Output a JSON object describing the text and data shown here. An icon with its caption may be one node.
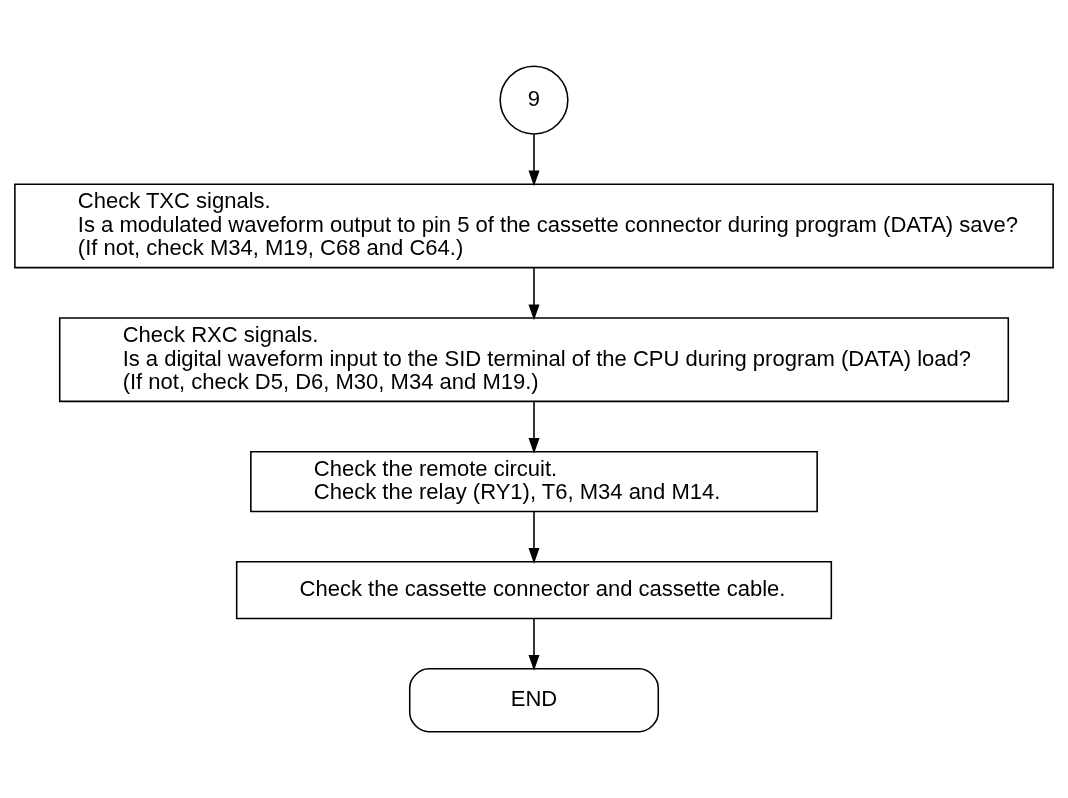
{
  "diagram": {
    "nodes": [
      {
        "text": [
          "9"
        ]
      },
      {
        "text": [
          "Check TXC signals.",
          "Is a modulated waveform output to pin 5 of the cassette connector during program (DATA) save?",
          "(If not, check M34, M19, C68 and C64.)"
        ]
      },
      {
        "text": [
          "Check RXC signals.",
          "Is a digital waveform input to the SID terminal of the CPU during program (DATA) load?",
          "(If not, check D5, D6, M30, M34 and M19.)"
        ]
      },
      {
        "text": [
          "Check the remote circuit.",
          "Check the relay (RY1), T6, M34 and M14."
        ]
      },
      {
        "text": [
          "Check the cassette connector and cassette cable."
        ]
      },
      {
        "text": [
          "END"
        ]
      }
    ],
    "edges": [
      {
        "from": 0,
        "to": 1,
        "arrow": "to"
      },
      {
        "from": 1,
        "to": 2,
        "arrow": "to"
      },
      {
        "from": 2,
        "to": 3,
        "arrow": "to"
      },
      {
        "from": 3,
        "to": 4,
        "arrow": "to"
      },
      {
        "from": 4,
        "to": 5,
        "arrow": "to"
      }
    ]
  }
}
